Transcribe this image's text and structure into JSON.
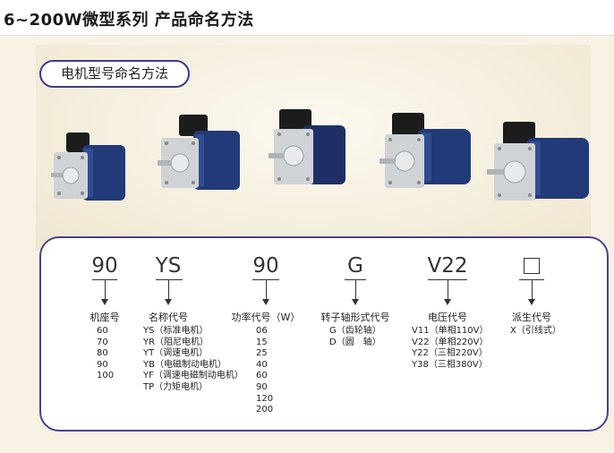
{
  "header": {
    "title": "6~200W微型系列 产品命名方法"
  },
  "section": {
    "pill_label": "电机型号命名方法"
  },
  "colors": {
    "panel_border": "#4a3f94",
    "motor_body": "#2a3a6e",
    "accent": "#3b3b8e"
  },
  "codes": [
    {
      "code": "90",
      "label": "机座号",
      "items": [
        "60",
        "70",
        "80",
        "90",
        "100"
      ]
    },
    {
      "code": "YS",
      "label": "名称代号",
      "items": [
        "YS（标准电机）",
        "YR（阻尼电机）",
        "YT（调速电机）",
        "YB（电磁制动电机）",
        "YF（调速电磁制动电机）",
        "TP（力矩电机）"
      ]
    },
    {
      "code": "90",
      "label": "功率代号（W）",
      "items": [
        "06",
        "15",
        "25",
        "40",
        "60",
        "90",
        "120",
        "200"
      ]
    },
    {
      "code": "G",
      "label": "转子轴形式代号",
      "items": [
        "G（齿轮轴）",
        "D（圆　轴）"
      ]
    },
    {
      "code": "V22",
      "label": "电压代号",
      "items": [
        "V11（单相110V）",
        "V22（单相220V）",
        "Y22（三相220V）",
        "Y38（三相380V）"
      ]
    },
    {
      "code": "□",
      "label": "派生代号",
      "items": [
        "X（引线式）"
      ]
    }
  ]
}
